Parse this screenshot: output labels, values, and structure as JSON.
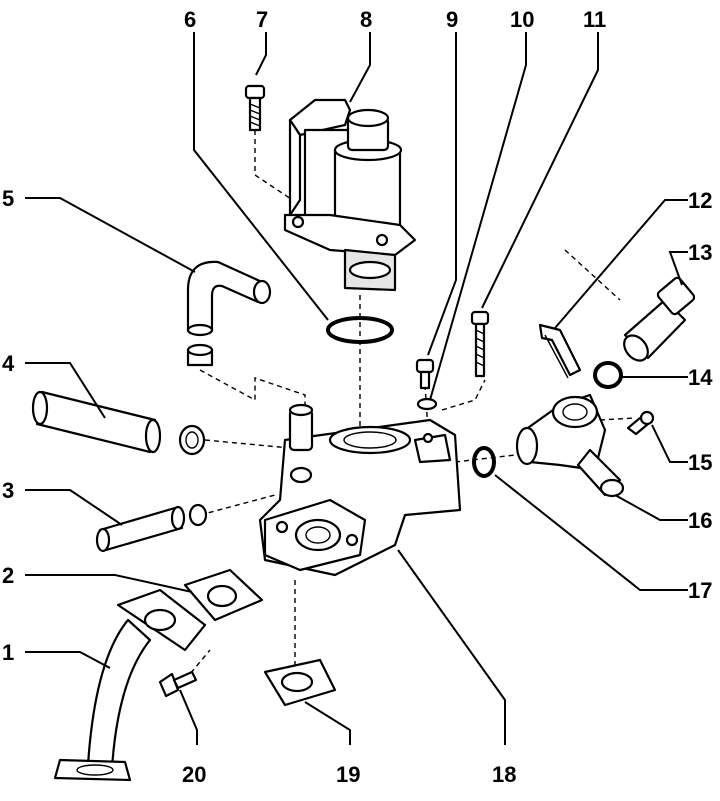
{
  "diagram": {
    "labels": [
      {
        "id": "l1",
        "text": "1"
      },
      {
        "id": "l2",
        "text": "2"
      },
      {
        "id": "l3",
        "text": "3"
      },
      {
        "id": "l4",
        "text": "4"
      },
      {
        "id": "l5",
        "text": "5"
      },
      {
        "id": "l6",
        "text": "6"
      },
      {
        "id": "l7",
        "text": "7"
      },
      {
        "id": "l8",
        "text": "8"
      },
      {
        "id": "l9",
        "text": "9"
      },
      {
        "id": "l10",
        "text": "10"
      },
      {
        "id": "l11",
        "text": "11"
      },
      {
        "id": "l12",
        "text": "12"
      },
      {
        "id": "l13",
        "text": "13"
      },
      {
        "id": "l14",
        "text": "14"
      },
      {
        "id": "l15",
        "text": "15"
      },
      {
        "id": "l16",
        "text": "16"
      },
      {
        "id": "l17",
        "text": "17"
      },
      {
        "id": "l18",
        "text": "18"
      },
      {
        "id": "l19",
        "text": "19"
      },
      {
        "id": "l20",
        "text": "20"
      }
    ]
  }
}
